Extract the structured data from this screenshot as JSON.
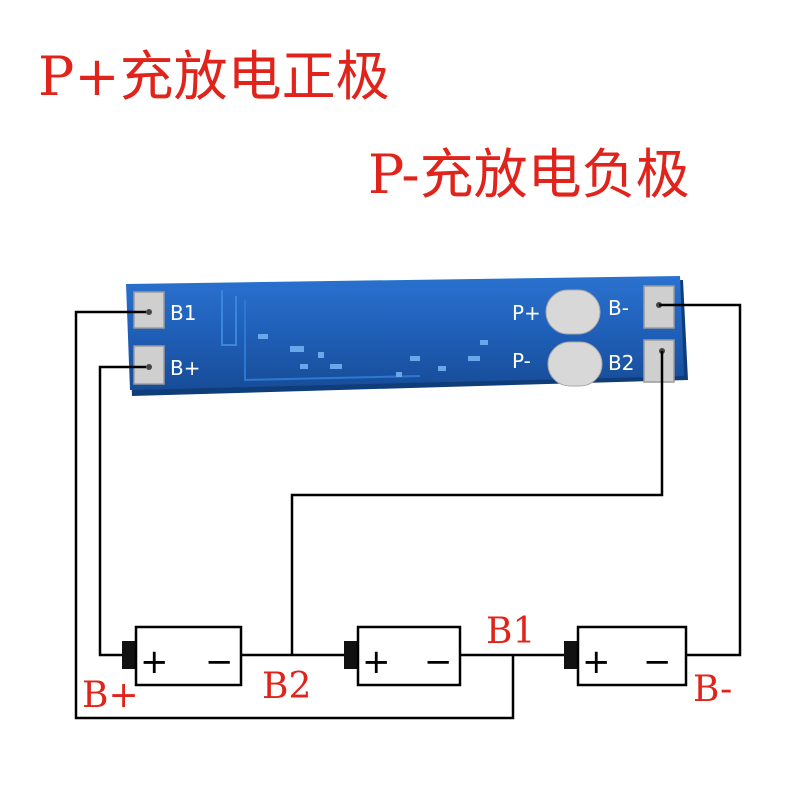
{
  "headings": {
    "p_plus": "P+充放电正极",
    "p_minus": "P-充放电负极"
  },
  "board": {
    "pads_left": [
      "B1",
      "B+"
    ],
    "pads_right": [
      "B-",
      "B2"
    ],
    "outputs": [
      "P+",
      "P-"
    ],
    "color": "#1f5fb8"
  },
  "batteries": [
    {
      "plus": "+",
      "minus": "−"
    },
    {
      "plus": "+",
      "minus": "−"
    },
    {
      "plus": "+",
      "minus": "−"
    }
  ],
  "labels": {
    "b_plus": "B+",
    "b2": "B2",
    "b1": "B1",
    "b_minus": "B-"
  },
  "colors": {
    "heading": "#e0231b",
    "label": "#e0231b",
    "wire": "#000000"
  }
}
